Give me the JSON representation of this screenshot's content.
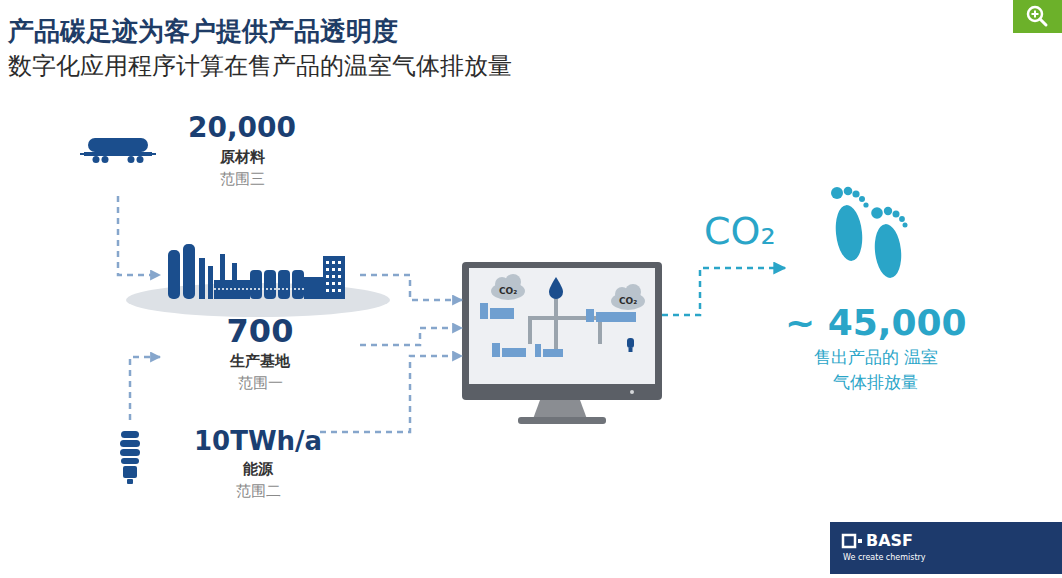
{
  "diagram": {
    "title": "产品碳足迹为客户提供产品透明度",
    "nodes": [
      {
        "text": [
          "20,000",
          "原材料",
          "范围三"
        ]
      },
      {
        "text": [
          "700",
          "生产基地",
          "范围一"
        ]
      },
      {
        "text": [
          "10TWh/a",
          "能源",
          "范围二"
        ]
      },
      {
        "text": [
          "CO₂",
          "CO₂"
        ]
      },
      {
        "text": [
          "~ 45,000",
          "售出产品的 温室气体排放量"
        ]
      }
    ],
    "edges": [
      {
        "from": 0,
        "to": 1,
        "arrow": "to"
      },
      {
        "from": 2,
        "to": 1,
        "arrow": "to"
      },
      {
        "from": 1,
        "to": 3,
        "arrow": "to"
      },
      {
        "from": 1,
        "to": 3,
        "arrow": "to"
      },
      {
        "from": 2,
        "to": 3,
        "arrow": "to"
      },
      {
        "from": 3,
        "to": 4,
        "label": "CO₂",
        "arrow": "to"
      }
    ],
    "labels": [
      "数字化应用程序计算在售产品的温室气体排放量",
      "BASF",
      "We create chemistry"
    ]
  }
}
